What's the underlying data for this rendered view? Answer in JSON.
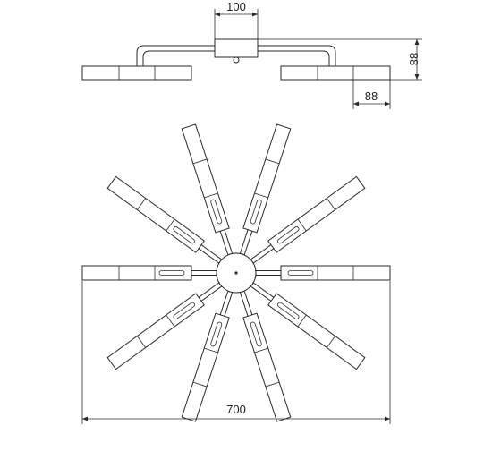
{
  "drawing": {
    "dimensions": {
      "top_width": "100",
      "height": "88",
      "arm_width": "88",
      "overall_width": "700"
    }
  }
}
